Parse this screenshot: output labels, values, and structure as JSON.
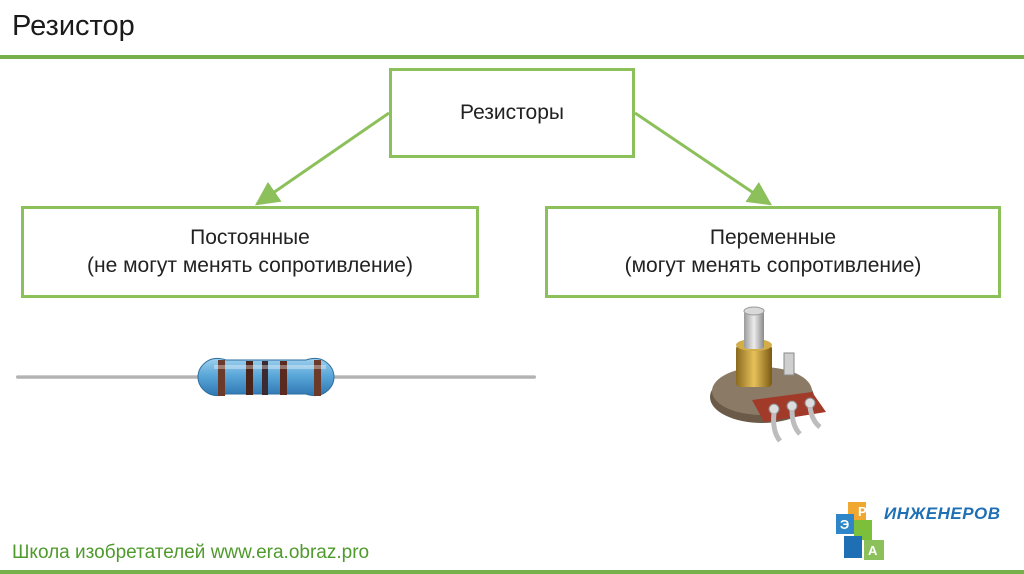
{
  "slide": {
    "title": "Резистор",
    "root_box": "Резисторы",
    "left_box": {
      "line1": "Постоянные",
      "line2": "(не могут менять сопротивление)"
    },
    "right_box": {
      "line1": "Переменные",
      "line2": "(могут менять сопротивление)"
    },
    "footer": "Школа изобретателей www.era.obraz.pro"
  },
  "logo": {
    "word": "ИНЖЕНЕРОВ",
    "letters": [
      "Р",
      "Э",
      "А"
    ]
  },
  "images": {
    "resistor": "resistor-photo",
    "potentiometer": "potentiometer-photo"
  },
  "colors": {
    "accent_green": "#77b04a",
    "box_border": "#8cc05b",
    "footer_text": "#4f9a2c",
    "logo_blue": "#1f6fb5"
  }
}
